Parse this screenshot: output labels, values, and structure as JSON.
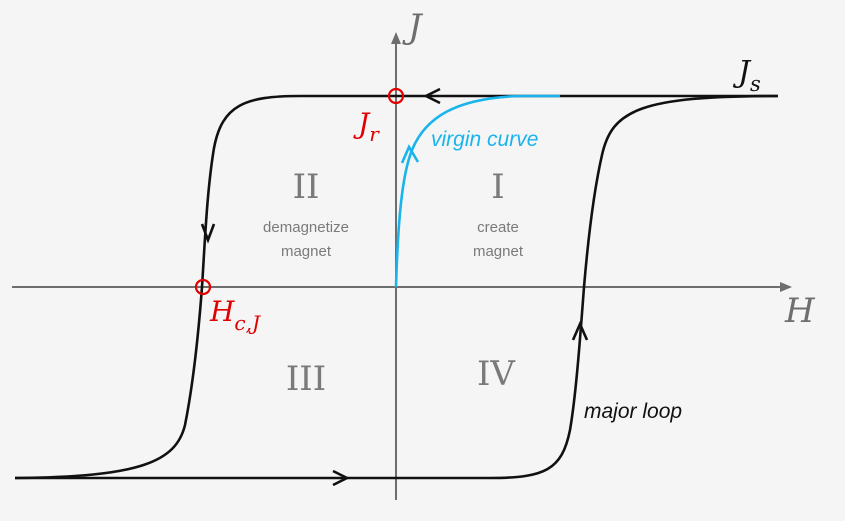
{
  "axes": {
    "x_label": "H",
    "y_label": "J"
  },
  "labels": {
    "saturation_main": "J",
    "saturation_sub": "s",
    "remanence_main": "J",
    "remanence_sub": "r",
    "coercivity_main": "H",
    "coercivity_sub": "c,J",
    "virgin_curve": "virgin curve",
    "major_loop": "major loop"
  },
  "quadrants": [
    {
      "numeral": "I",
      "line1": "create",
      "line2": "magnet"
    },
    {
      "numeral": "II",
      "line1": "demagnetize",
      "line2": "magnet"
    },
    {
      "numeral": "III",
      "line1": "",
      "line2": ""
    },
    {
      "numeral": "IV",
      "line1": "",
      "line2": ""
    }
  ],
  "colors": {
    "background": "#f5f5f5",
    "axis": "#6e6e6e",
    "loop": "#111111",
    "virgin_curve": "#19b4ec",
    "marker": "#e00000"
  }
}
